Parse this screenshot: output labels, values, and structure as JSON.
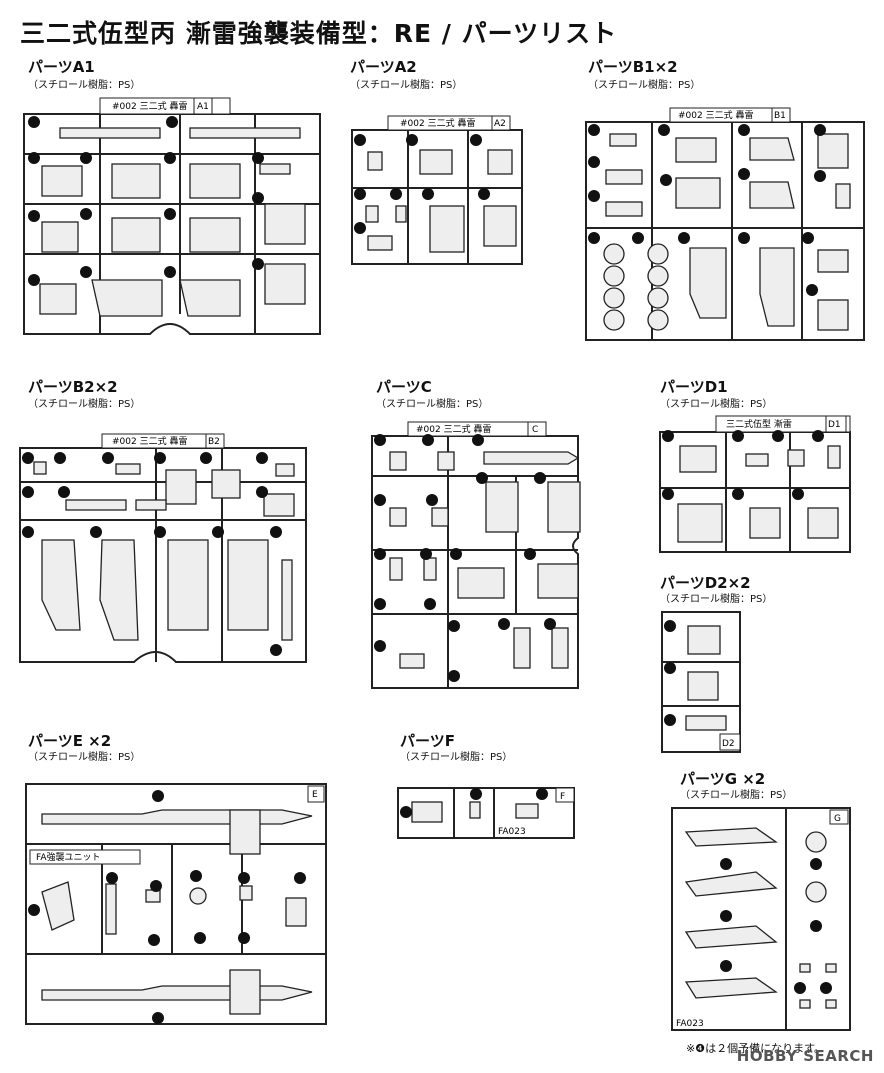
{
  "title": "三二式伍型丙 漸雷強襲装備型：RE / パーツリスト",
  "material_label": "（スチロール樹脂：PS）",
  "sections": {
    "A1": {
      "name": "パーツA1",
      "tag": "A1",
      "header": "#002 三二式 轟雷"
    },
    "A2": {
      "name": "パーツA2",
      "tag": "A2",
      "header": "#002 三二式 轟雷"
    },
    "B1": {
      "name": "パーツB1×2",
      "tag": "B1",
      "header": "#002 三二式 轟雷"
    },
    "B2": {
      "name": "パーツB2×2",
      "tag": "B2",
      "header": "#002 三二式 轟雷"
    },
    "C": {
      "name": "パーツC",
      "tag": "C",
      "header": "#002 三二式 轟雷"
    },
    "D1": {
      "name": "パーツD1",
      "tag": "D1",
      "header": "三二式伍型 漸雷"
    },
    "D2": {
      "name": "パーツD2×2",
      "tag": "D2"
    },
    "E": {
      "name": "パーツE ×2",
      "tag": "E",
      "unit_label": "FA強襲ユニット"
    },
    "F": {
      "name": "パーツF",
      "tag": "F",
      "code": "FA023"
    },
    "G": {
      "name": "パーツG ×2",
      "tag": "G",
      "code": "FA023"
    }
  },
  "footnote": "※❹は２個予備になります。",
  "watermark": "HOBBY SEARCH",
  "icons": {
    "part-number": "filled-circle-number",
    "sprue-runner": "line-frame"
  }
}
